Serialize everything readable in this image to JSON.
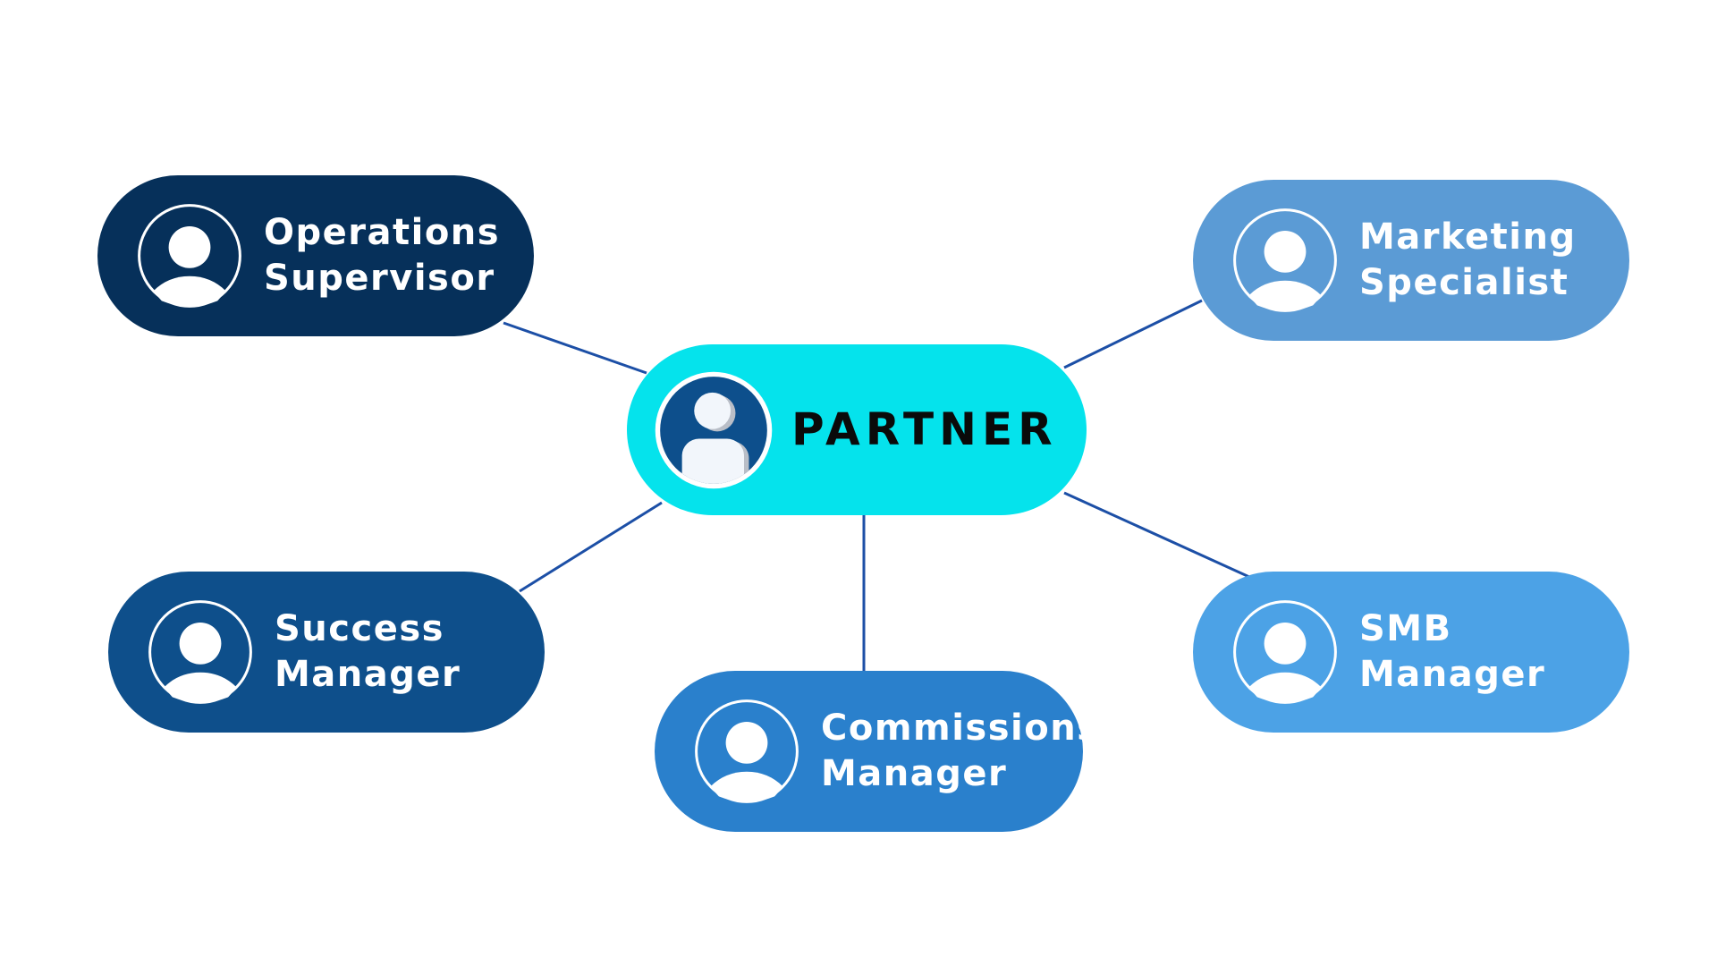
{
  "colors": {
    "connector": "#1c4fa6",
    "center_fill": "#05e3ec",
    "center_avatar_fill": "#0d4f8c",
    "center_person_fill": "#f2f6fb",
    "center_person_shadow": "#b9bec7"
  },
  "center": {
    "label": "PARTNER",
    "icon": "user-icon"
  },
  "nodes": [
    {
      "id": "ops",
      "line1": "Operations",
      "line2": "Supervisor",
      "fill": "#06305a",
      "icon": "user-icon"
    },
    {
      "id": "mkt",
      "line1": "Marketing",
      "line2": "Specialist",
      "fill": "#5b9bd5",
      "icon": "user-icon"
    },
    {
      "id": "success",
      "line1": "Success",
      "line2": "Manager",
      "fill": "#0e4f8b",
      "icon": "user-icon"
    },
    {
      "id": "smb",
      "line1": "SMB",
      "line2": "Manager",
      "fill": "#4ca2e6",
      "icon": "user-icon"
    },
    {
      "id": "comm",
      "line1": "Commissions",
      "line2": "Manager",
      "fill": "#2a80cc",
      "icon": "user-icon"
    }
  ]
}
